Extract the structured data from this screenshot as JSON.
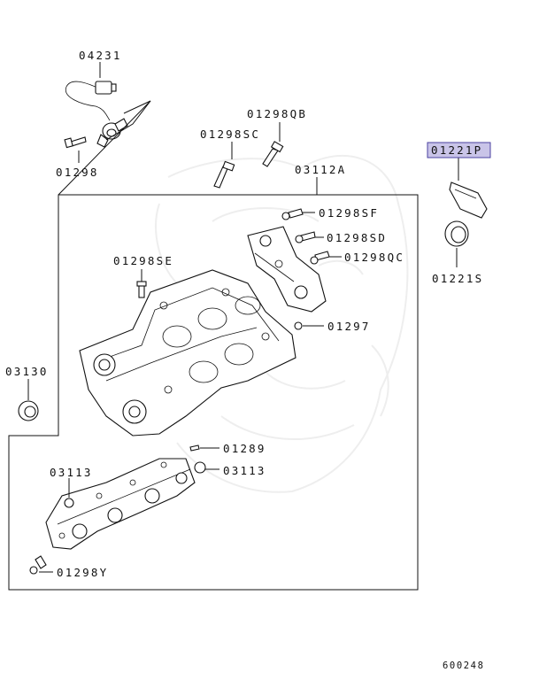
{
  "parts": {
    "p04231": "04231",
    "p01298": "01298",
    "p01298SC": "01298SC",
    "p01298QB": "01298QB",
    "p03112A": "03112A",
    "p01221P": "01221P",
    "p01221S": "01221S",
    "p01298SF": "01298SF",
    "p01298SD": "01298SD",
    "p01298QC": "01298QC",
    "p01298SE": "01298SE",
    "p01297": "01297",
    "p03130": "03130",
    "p01289": "01289",
    "p03113_left": "03113",
    "p03113_right": "03113",
    "p01298Y": "01298Y"
  },
  "diagram_code": "600248",
  "colors": {
    "highlight_fill": "#c9c4e8",
    "highlight_border": "#4a40a0"
  },
  "watermark_icon": "samurai-crest-watermark"
}
